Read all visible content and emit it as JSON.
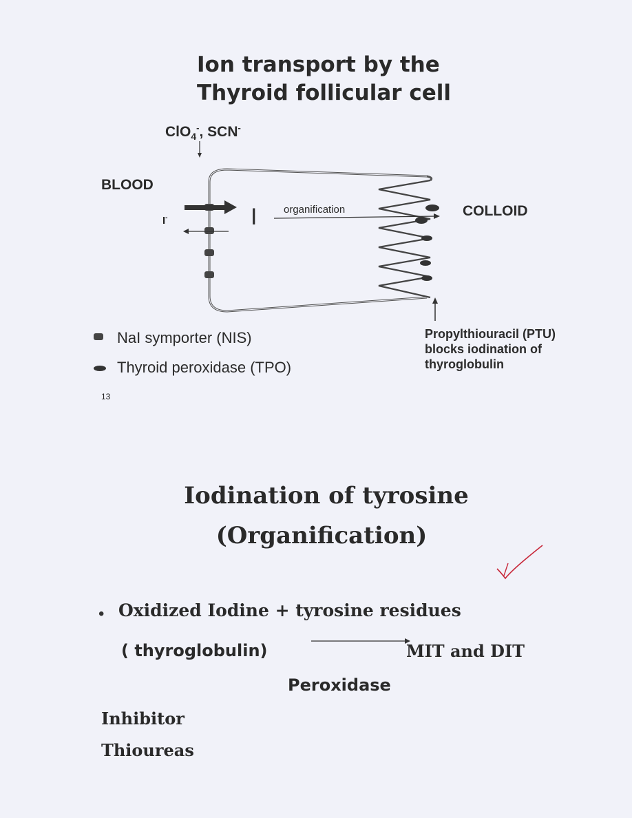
{
  "slide1": {
    "title_line1": "Ion transport by the",
    "title_line2": "Thyroid follicular cell",
    "inhibitors_top": {
      "clo": "ClO",
      "sub": "4",
      "sup1": "-",
      "comma": ", SCN",
      "sup2": "-"
    },
    "blood_label": "BLOOD",
    "iodide_label": "I",
    "iodide_sup": "-",
    "cell_iodine": "I",
    "organification_label": "organification",
    "colloid_label": "COLLOID",
    "legend": [
      {
        "icon": "nis-symporter-icon",
        "label": "NaI symporter (NIS)"
      },
      {
        "icon": "tpo-icon",
        "label": "Thyroid peroxidase (TPO)"
      }
    ],
    "ptu_note": [
      "Propylthiouracil (PTU)",
      "blocks iodination of",
      "thyroglobulin"
    ],
    "page_number": "13"
  },
  "slide2": {
    "title_line1": "Iodination of tyrosine",
    "title_line2": "(Organification)",
    "bullet_text": "Oxidized Iodine + tyrosine residues",
    "reactant": "( thyroglobulin)",
    "product": "MIT and DIT",
    "enzyme": "Peroxidase",
    "inhibitor_heading": "Inhibitor",
    "inhibitor_value": "Thioureas",
    "handwritten_mark": "check-mark"
  },
  "colors": {
    "ink": "#2a2a2a",
    "paper": "#f1f2f9",
    "check_mark": "#c8283a"
  }
}
